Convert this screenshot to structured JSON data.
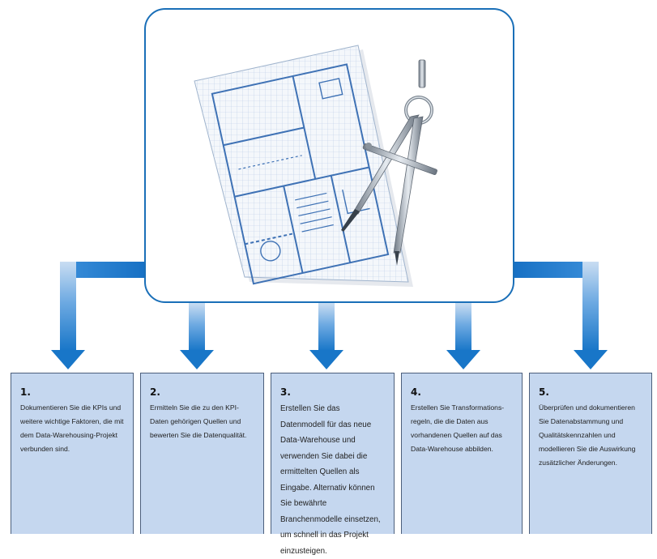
{
  "steps": [
    {
      "number": "1.",
      "text": "Dokumentieren Sie die KPIs und weitere wichtige Faktoren, die mit dem Data-Warehousing-Projekt verbunden sind."
    },
    {
      "number": "2.",
      "text": "Ermitteln Sie die zu den KPI-Daten gehörigen Quellen und bewerten Sie die Datenqualität."
    },
    {
      "number": "3.",
      "text": "Erstellen Sie das Datenmodell für das neue Data-Warehouse und verwenden Sie dabei die ermittelten Quellen als Eingabe. Alternativ können Sie bewährte Branchenmodelle einsetzen, um schnell in das Projekt einzusteigen."
    },
    {
      "number": "4.",
      "text": "Erstellen Sie Transformations-regeln, die die Daten aus vorhandenen Quellen auf das Data-Warehouse abbilden."
    },
    {
      "number": "5.",
      "text": "Überprüfen und dokumentieren Sie Datenabstammung und Qualitätskennzahlen und modellieren Sie die Auswirkung zusätzlicher Änderungen."
    }
  ],
  "colors": {
    "connector": "#1876c8",
    "connector_light": "#aacbed",
    "box_fill": "#c5d7ef",
    "hub_border": "#1a6fb8"
  },
  "hub_icon": "blueprint-with-compass-icon"
}
